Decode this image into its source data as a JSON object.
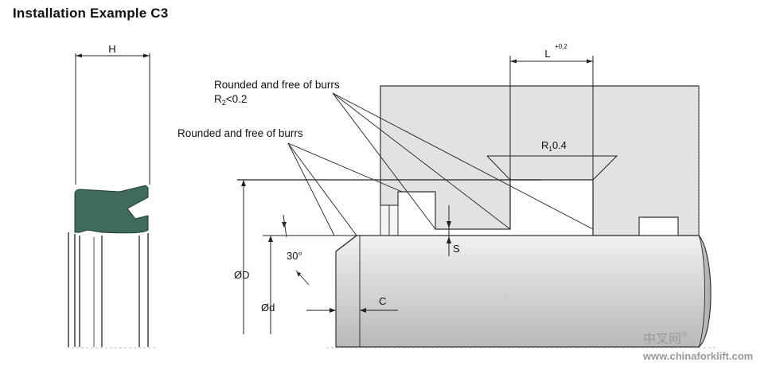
{
  "title": "Installation Example C3",
  "labels": {
    "H": "H",
    "L": "L",
    "L_tol": "+0.2",
    "callout_top_line1": "Rounded and free of burrs",
    "callout_top_line2_pre": "R",
    "callout_top_line2_sub": "2",
    "callout_top_line2_post": "<0.2",
    "callout_left": "Rounded and free of burrs",
    "R_pre": "R",
    "R_sub": "1",
    "R_post": "0.4",
    "angle": "30°",
    "S": "S",
    "C": "C",
    "D": "ØD",
    "d": "Ød"
  },
  "watermark": {
    "cn": "中叉网",
    "reg": "®",
    "url": "www.chinaforklift.com"
  },
  "colors": {
    "seal": "#3f6b5c",
    "housing": "#e2e2e2",
    "rod": "#d3d3d3",
    "line": "#222222"
  }
}
